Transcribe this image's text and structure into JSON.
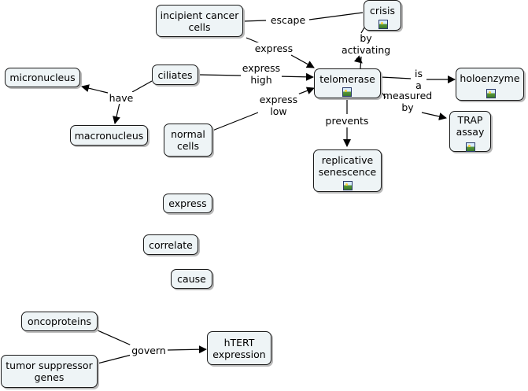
{
  "nodes": {
    "incipient_cancer_cells": "incipient cancer\ncells",
    "crisis": "crisis",
    "micronucleus": "micronucleus",
    "ciliates": "ciliates",
    "telomerase": "telomerase",
    "holoenzyme": "holoenzyme",
    "macronucleus": "macronucleus",
    "normal_cells": "normal\ncells",
    "trap_assay": "TRAP\nassay",
    "replicative_senescence": "replicative\nsenescence",
    "express": "express",
    "correlate": "correlate",
    "cause": "cause",
    "oncoproteins": "oncoproteins",
    "htert_expression": "hTERT\nexpression",
    "tumor_suppressor_genes": "tumor suppressor\ngenes"
  },
  "links": {
    "escape": "escape",
    "express": "express",
    "by_activating": "by\nactivating",
    "have": "have",
    "express_high": "express\nhigh",
    "express_low": "express\nlow",
    "is_a": "is\na",
    "measured_by": "measured\nby",
    "prevents": "prevents",
    "govern": "govern"
  },
  "icons": [
    "image-icon"
  ]
}
